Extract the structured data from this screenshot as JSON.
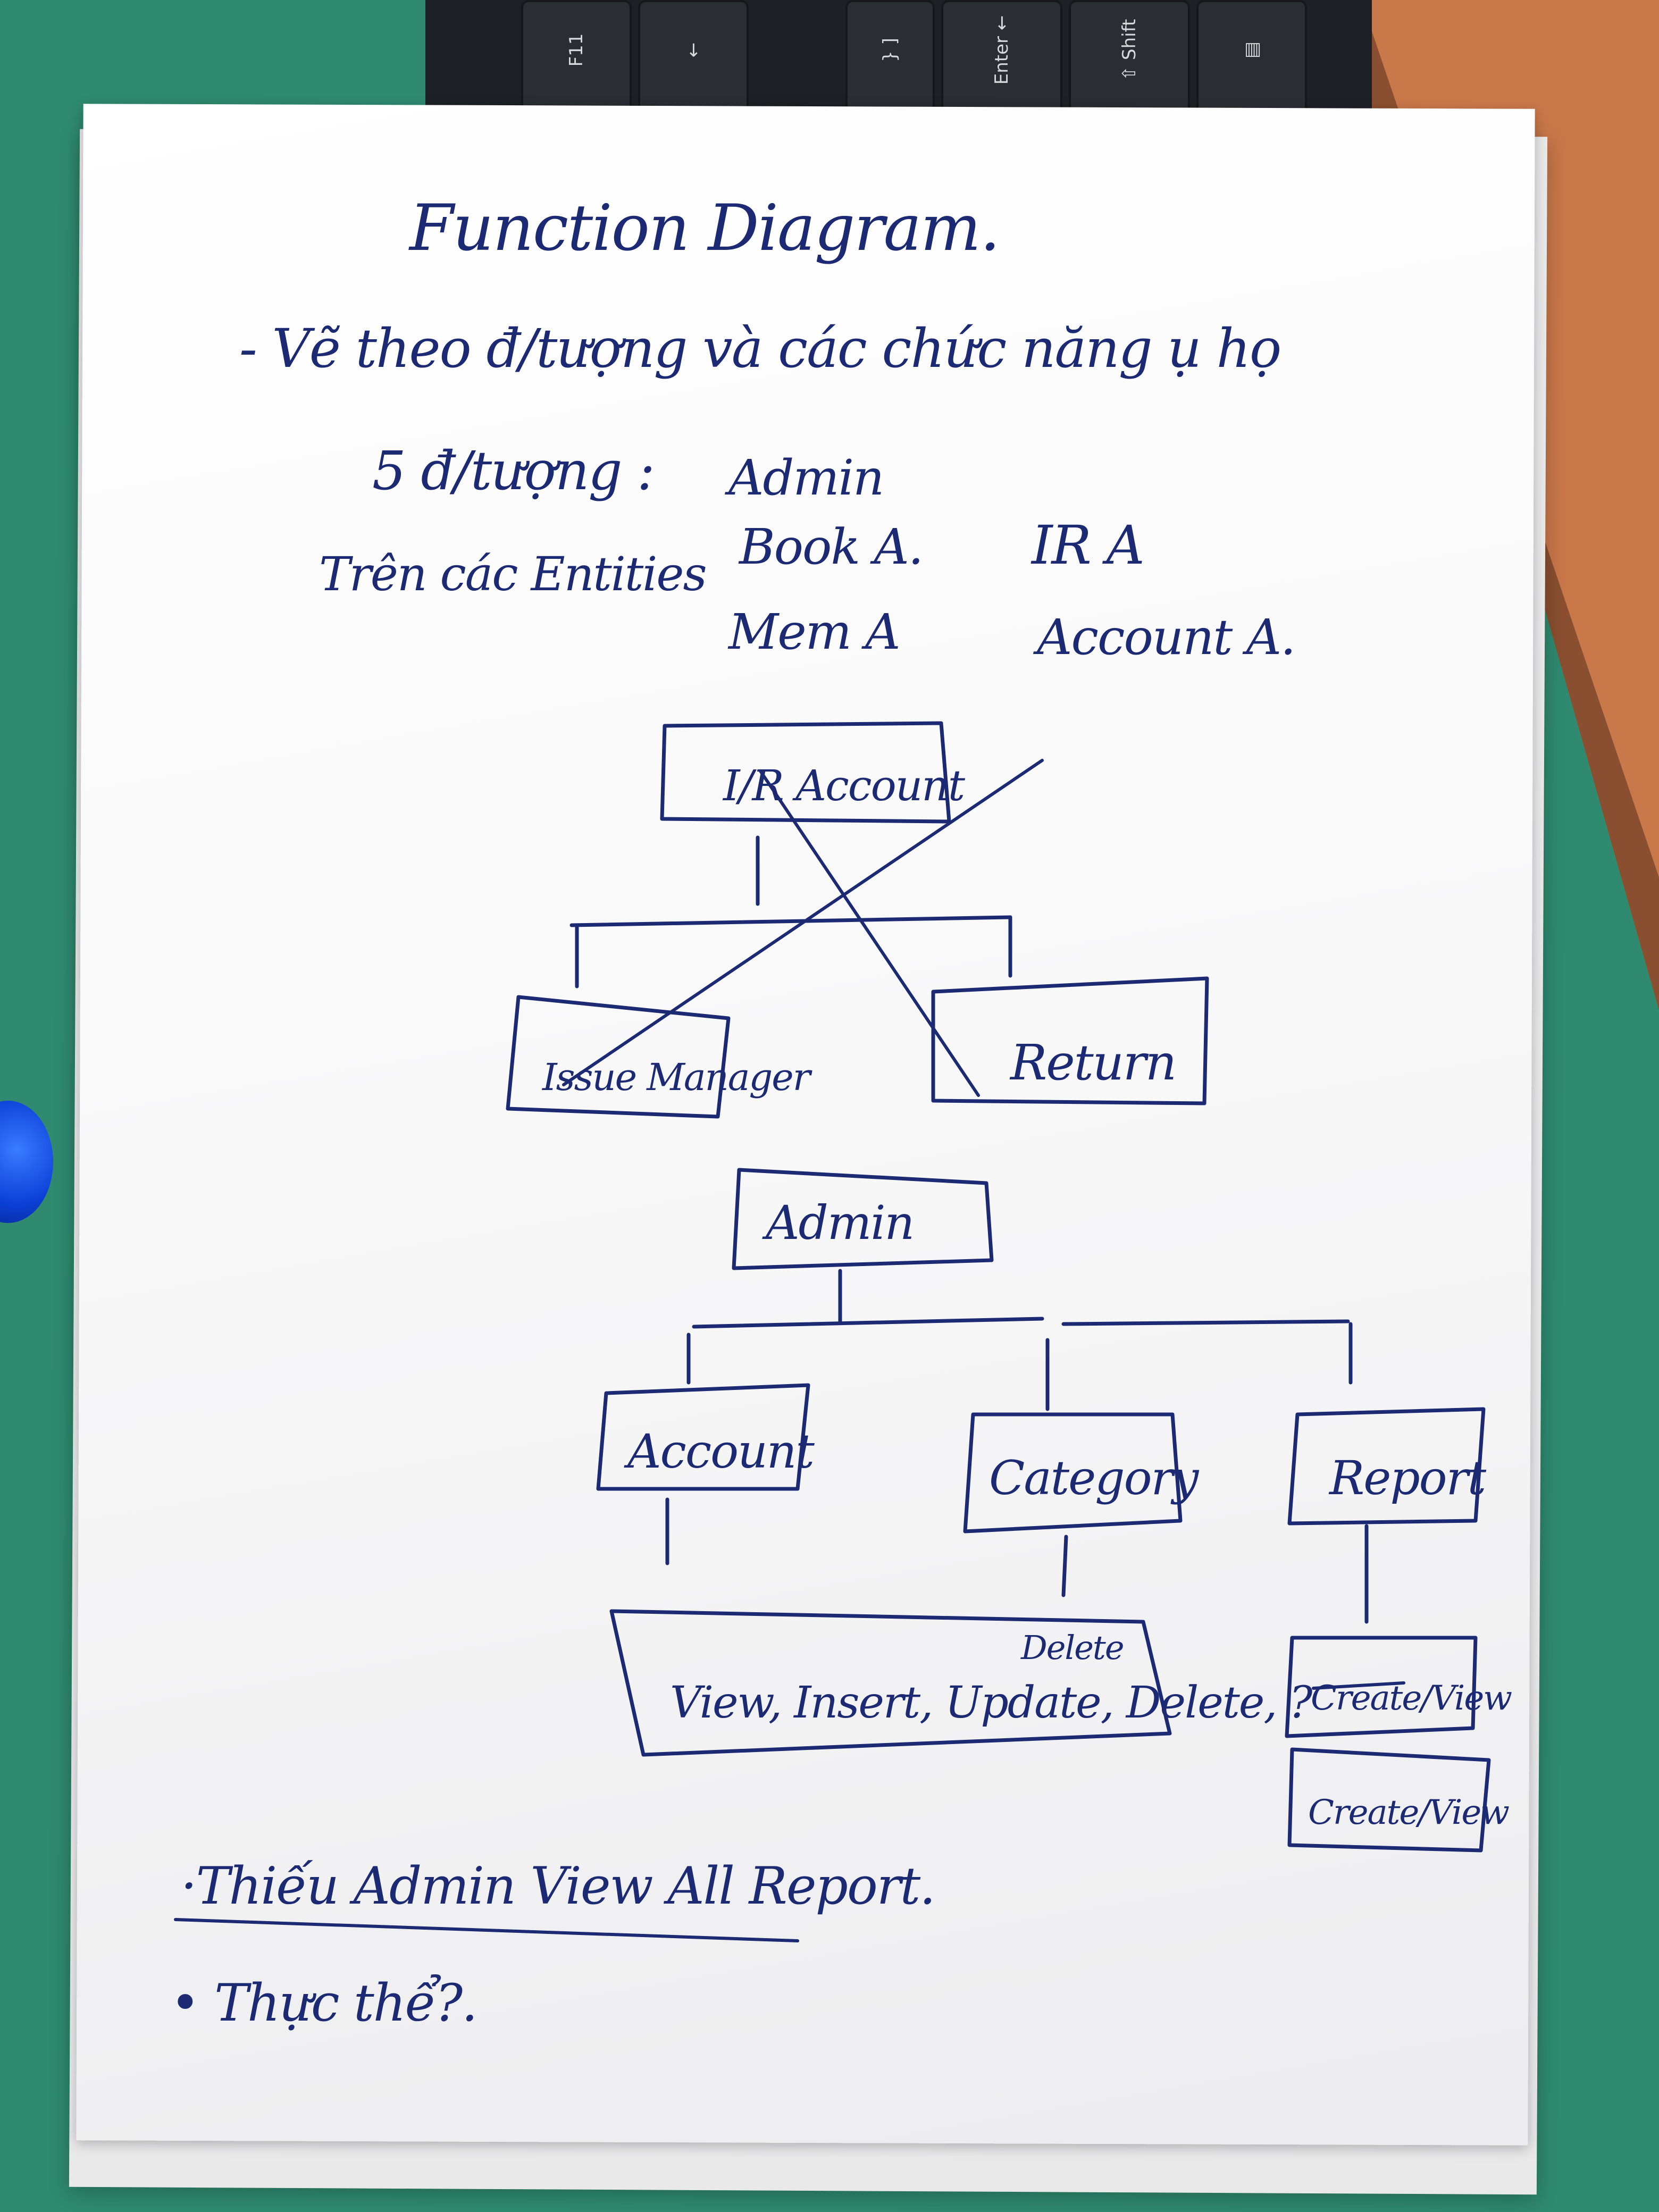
{
  "keyboard": {
    "keys": [
      "F11",
      "←",
      "} ]",
      "Enter ←",
      "⇧ Shift",
      "▤"
    ]
  },
  "note": {
    "title": "Function Diagram.",
    "line1": "- Vẽ theo đ/tượng và các chức năng ụ họ",
    "actors_label": "5 đ/tượng :",
    "actors_left": [
      "Admin",
      "Book A.",
      "Mem A"
    ],
    "actors_right": [
      "IR A",
      "Account A."
    ],
    "entities_label": "Trên các Entities",
    "diagram1": {
      "root": "I/R Account",
      "children": [
        "Issue Manager",
        "Return"
      ]
    },
    "diagram2": {
      "root": "Admin",
      "children": [
        "Account",
        "Category",
        "Report"
      ],
      "ops": "View, Insert, Update, Delete, ?",
      "ops_extra": "Delete",
      "report_ops": [
        "Create/View",
        "Create/View"
      ]
    },
    "bullet1": "·Thiếu Admin View All Report.",
    "bullet2": "• Thực thể?."
  },
  "colors": {
    "ink": "#1b2a73",
    "table": "#2f8a6f",
    "paper": "#f7f7f8",
    "floor": "#c9784a"
  }
}
